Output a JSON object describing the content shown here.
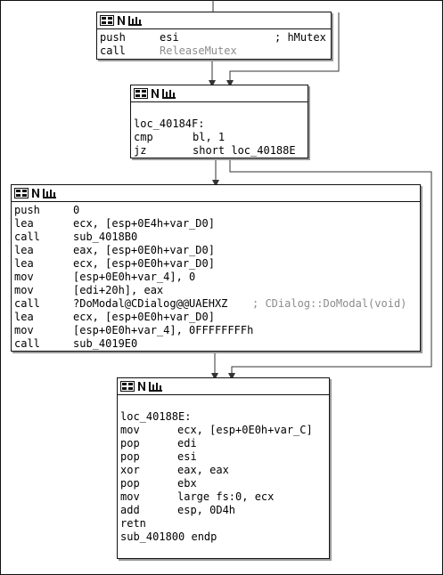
{
  "blocks": [
    {
      "id": "release-mutex",
      "rows": [
        {
          "mnemonic": "push",
          "operand": "esi",
          "comment": "; hMutex"
        },
        {
          "mnemonic": "call",
          "operand": "ReleaseMutex",
          "comment": ""
        }
      ]
    },
    {
      "id": "loc-40184f",
      "label": "loc_40184F:",
      "rows": [
        {
          "mnemonic": "cmp",
          "operand": "bl, 1",
          "comment": ""
        },
        {
          "mnemonic": "jz",
          "operand": "short loc_40188E",
          "comment": ""
        }
      ]
    },
    {
      "id": "domodal-block",
      "rows": [
        {
          "mnemonic": "push",
          "operand": "0",
          "comment": ""
        },
        {
          "mnemonic": "lea",
          "operand": "ecx, [esp+0E4h+var_D0]",
          "comment": ""
        },
        {
          "mnemonic": "call",
          "operand": "sub_4018B0",
          "comment": ""
        },
        {
          "mnemonic": "lea",
          "operand": "eax, [esp+0E0h+var_D0]",
          "comment": ""
        },
        {
          "mnemonic": "lea",
          "operand": "ecx, [esp+0E0h+var_D0]",
          "comment": ""
        },
        {
          "mnemonic": "mov",
          "operand": "[esp+0E0h+var_4], 0",
          "comment": ""
        },
        {
          "mnemonic": "mov",
          "operand": "[edi+20h], eax",
          "comment": ""
        },
        {
          "mnemonic": "call",
          "operand": "?DoModal@CDialog@@UAEHXZ",
          "comment": "; CDialog::DoModal(void)"
        },
        {
          "mnemonic": "lea",
          "operand": "ecx, [esp+0E0h+var_D0]",
          "comment": ""
        },
        {
          "mnemonic": "mov",
          "operand": "[esp+0E0h+var_4], 0FFFFFFFFh",
          "comment": ""
        },
        {
          "mnemonic": "call",
          "operand": "sub_4019E0",
          "comment": ""
        }
      ]
    },
    {
      "id": "loc-40188e",
      "label": "loc_40188E:",
      "rows": [
        {
          "mnemonic": "mov",
          "operand": "ecx, [esp+0E0h+var_C]",
          "comment": ""
        },
        {
          "mnemonic": "pop",
          "operand": "edi",
          "comment": ""
        },
        {
          "mnemonic": "pop",
          "operand": "esi",
          "comment": ""
        },
        {
          "mnemonic": "xor",
          "operand": "eax, eax",
          "comment": ""
        },
        {
          "mnemonic": "pop",
          "operand": "ebx",
          "comment": ""
        },
        {
          "mnemonic": "mov",
          "operand": "large fs:0, ecx",
          "comment": ""
        },
        {
          "mnemonic": "add",
          "operand": "esp, 0D4h",
          "comment": ""
        },
        {
          "mnemonic": "retn",
          "operand": "",
          "comment": ""
        },
        {
          "mnemonic": "sub_401800 endp",
          "operand": "",
          "comment": ""
        }
      ]
    }
  ],
  "colors": {
    "border": "#111111",
    "shadow": "#9a9a9a",
    "comment": "#8c8c8c",
    "edge": "#333333"
  },
  "header_icons": [
    "graph-view-icon",
    "node-name-icon",
    "xrefs-icon"
  ]
}
